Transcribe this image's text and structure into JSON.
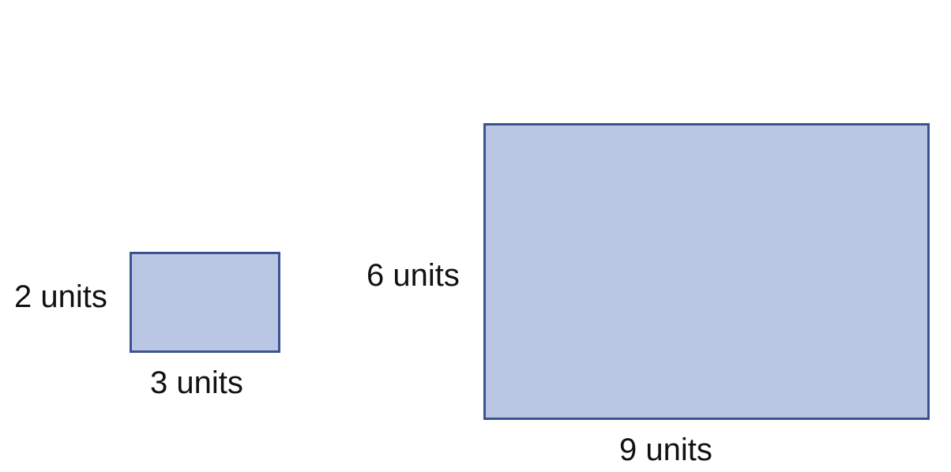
{
  "colors": {
    "fill": "#b9c6e4",
    "border": "#3a5491",
    "text": "#111111"
  },
  "small_rectangle": {
    "height_label": "2 units",
    "width_label": "3 units"
  },
  "large_rectangle": {
    "height_label": "6 units",
    "width_label": "9 units"
  }
}
